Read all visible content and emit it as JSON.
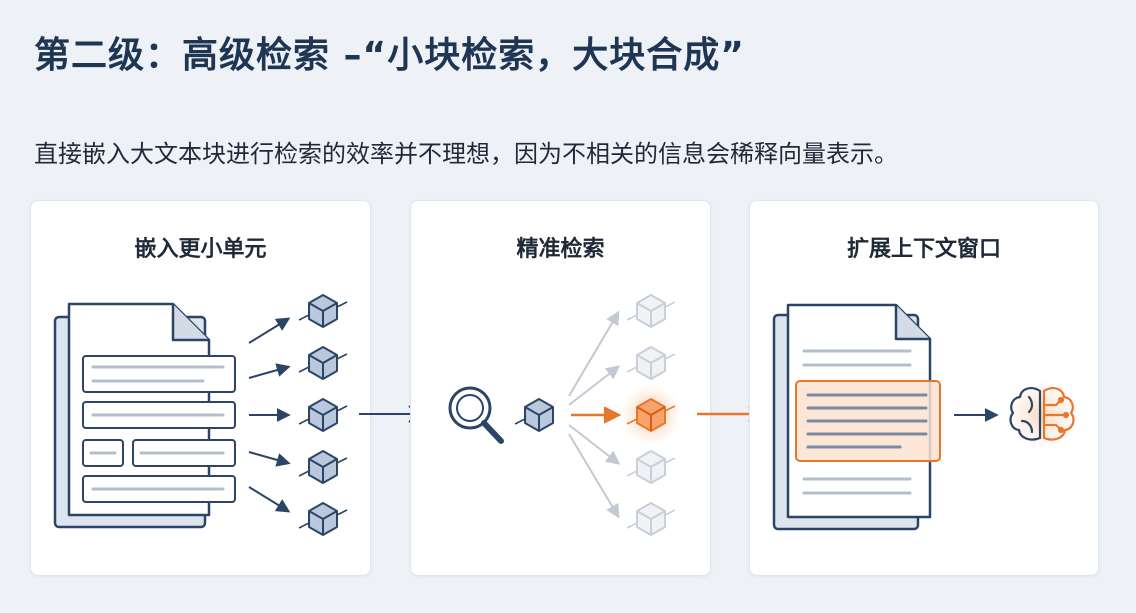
{
  "header": {
    "title": "第二级：高级检索 –“小块检索，大块合成”",
    "description": "直接嵌入大文本块进行检索的效率并不理想，因为不相关的信息会稀释向量表示。"
  },
  "panels": [
    {
      "title": "嵌入更小单元"
    },
    {
      "title": "精准检索"
    },
    {
      "title": "扩展上下文窗口"
    }
  ],
  "colors": {
    "navy": "#2c4566",
    "cube_fill": "#b9c8dc",
    "accent": "#e8772e",
    "muted": "#c3c9d2",
    "background": "#eef2f7"
  },
  "icons": [
    "document-icon",
    "cube-icon",
    "search-icon",
    "brain-icon",
    "arrow-icon"
  ]
}
